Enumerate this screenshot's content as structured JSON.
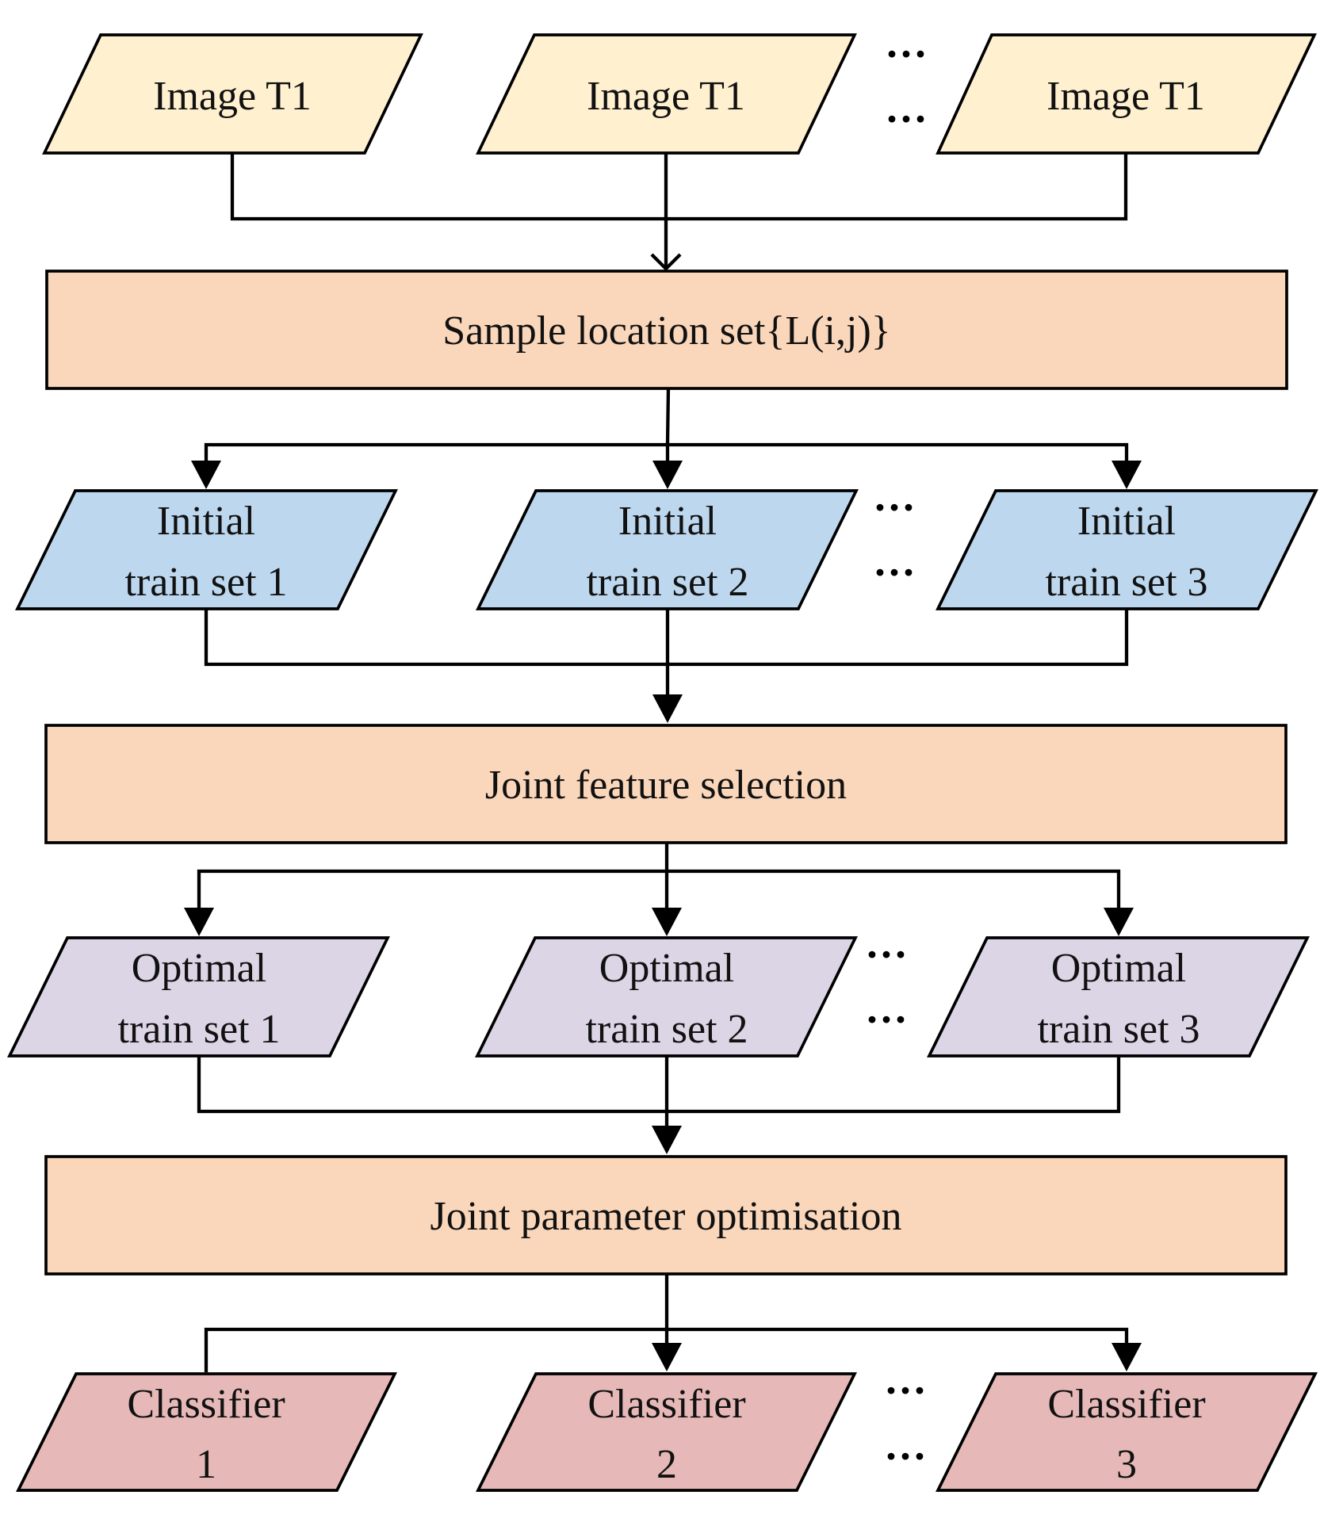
{
  "colors": {
    "image": "#fff0cf",
    "process": "#fad7bb",
    "initial": "#bdd7ee",
    "optimal": "#dcd5e6",
    "classifier": "#e6b9b8",
    "stroke": "#000000"
  },
  "images": {
    "a": "Image T1",
    "b": "Image T1",
    "c": "Image T1"
  },
  "process": {
    "sample": "Sample location set{L(i,j)}",
    "feature": "Joint feature selection",
    "param": "Joint parameter optimisation"
  },
  "initial": {
    "a": {
      "line1": "Initial",
      "line2": "train set 1"
    },
    "b": {
      "line1": "Initial",
      "line2": "train set 2"
    },
    "c": {
      "line1": "Initial",
      "line2": "train set 3"
    }
  },
  "optimal": {
    "a": {
      "line1": "Optimal",
      "line2": "train set 1"
    },
    "b": {
      "line1": "Optimal",
      "line2": "train set 2"
    },
    "c": {
      "line1": "Optimal",
      "line2": "train set 3"
    }
  },
  "classifiers": {
    "a": {
      "line1": "Classifier",
      "line2": "1"
    },
    "b": {
      "line1": "Classifier",
      "line2": "2"
    },
    "c": {
      "line1": "Classifier",
      "line2": "3"
    }
  },
  "ellipsis": "···"
}
